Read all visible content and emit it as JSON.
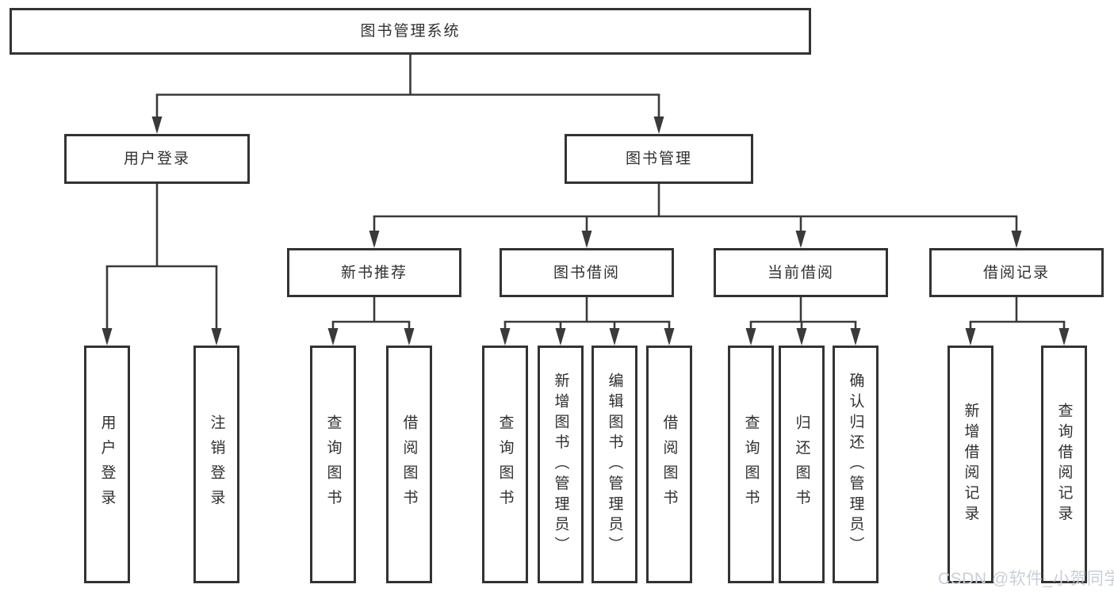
{
  "diagram_title": "图书管理系统",
  "tree": {
    "root": {
      "label": "图书管理系统"
    },
    "branches": [
      {
        "label": "用户登录",
        "leaves": [
          {
            "label": "用户登录"
          },
          {
            "label": "注销登录"
          }
        ]
      },
      {
        "label": "图书管理",
        "groups": [
          {
            "label": "新书推荐",
            "leaves": [
              {
                "label": "查询图书"
              },
              {
                "label": "借阅图书"
              }
            ]
          },
          {
            "label": "图书借阅",
            "leaves": [
              {
                "label": "查询图书"
              },
              {
                "label": "新增图书（管理员）"
              },
              {
                "label": "编辑图书（管理员）"
              },
              {
                "label": "借阅图书"
              }
            ]
          },
          {
            "label": "当前借阅",
            "leaves": [
              {
                "label": "查询图书"
              },
              {
                "label": "归还图书"
              },
              {
                "label": "确认归还（管理员）"
              }
            ]
          },
          {
            "label": "借阅记录",
            "leaves": [
              {
                "label": "新增借阅记录"
              },
              {
                "label": "查询借阅记录"
              }
            ]
          }
        ]
      }
    ]
  },
  "watermark": "CSDN @软件_小贺同学",
  "colors": {
    "line": "#3a3a3a",
    "box_border": "#333333",
    "text": "#303030",
    "background": "#ffffff",
    "watermark": "#cbced6"
  }
}
